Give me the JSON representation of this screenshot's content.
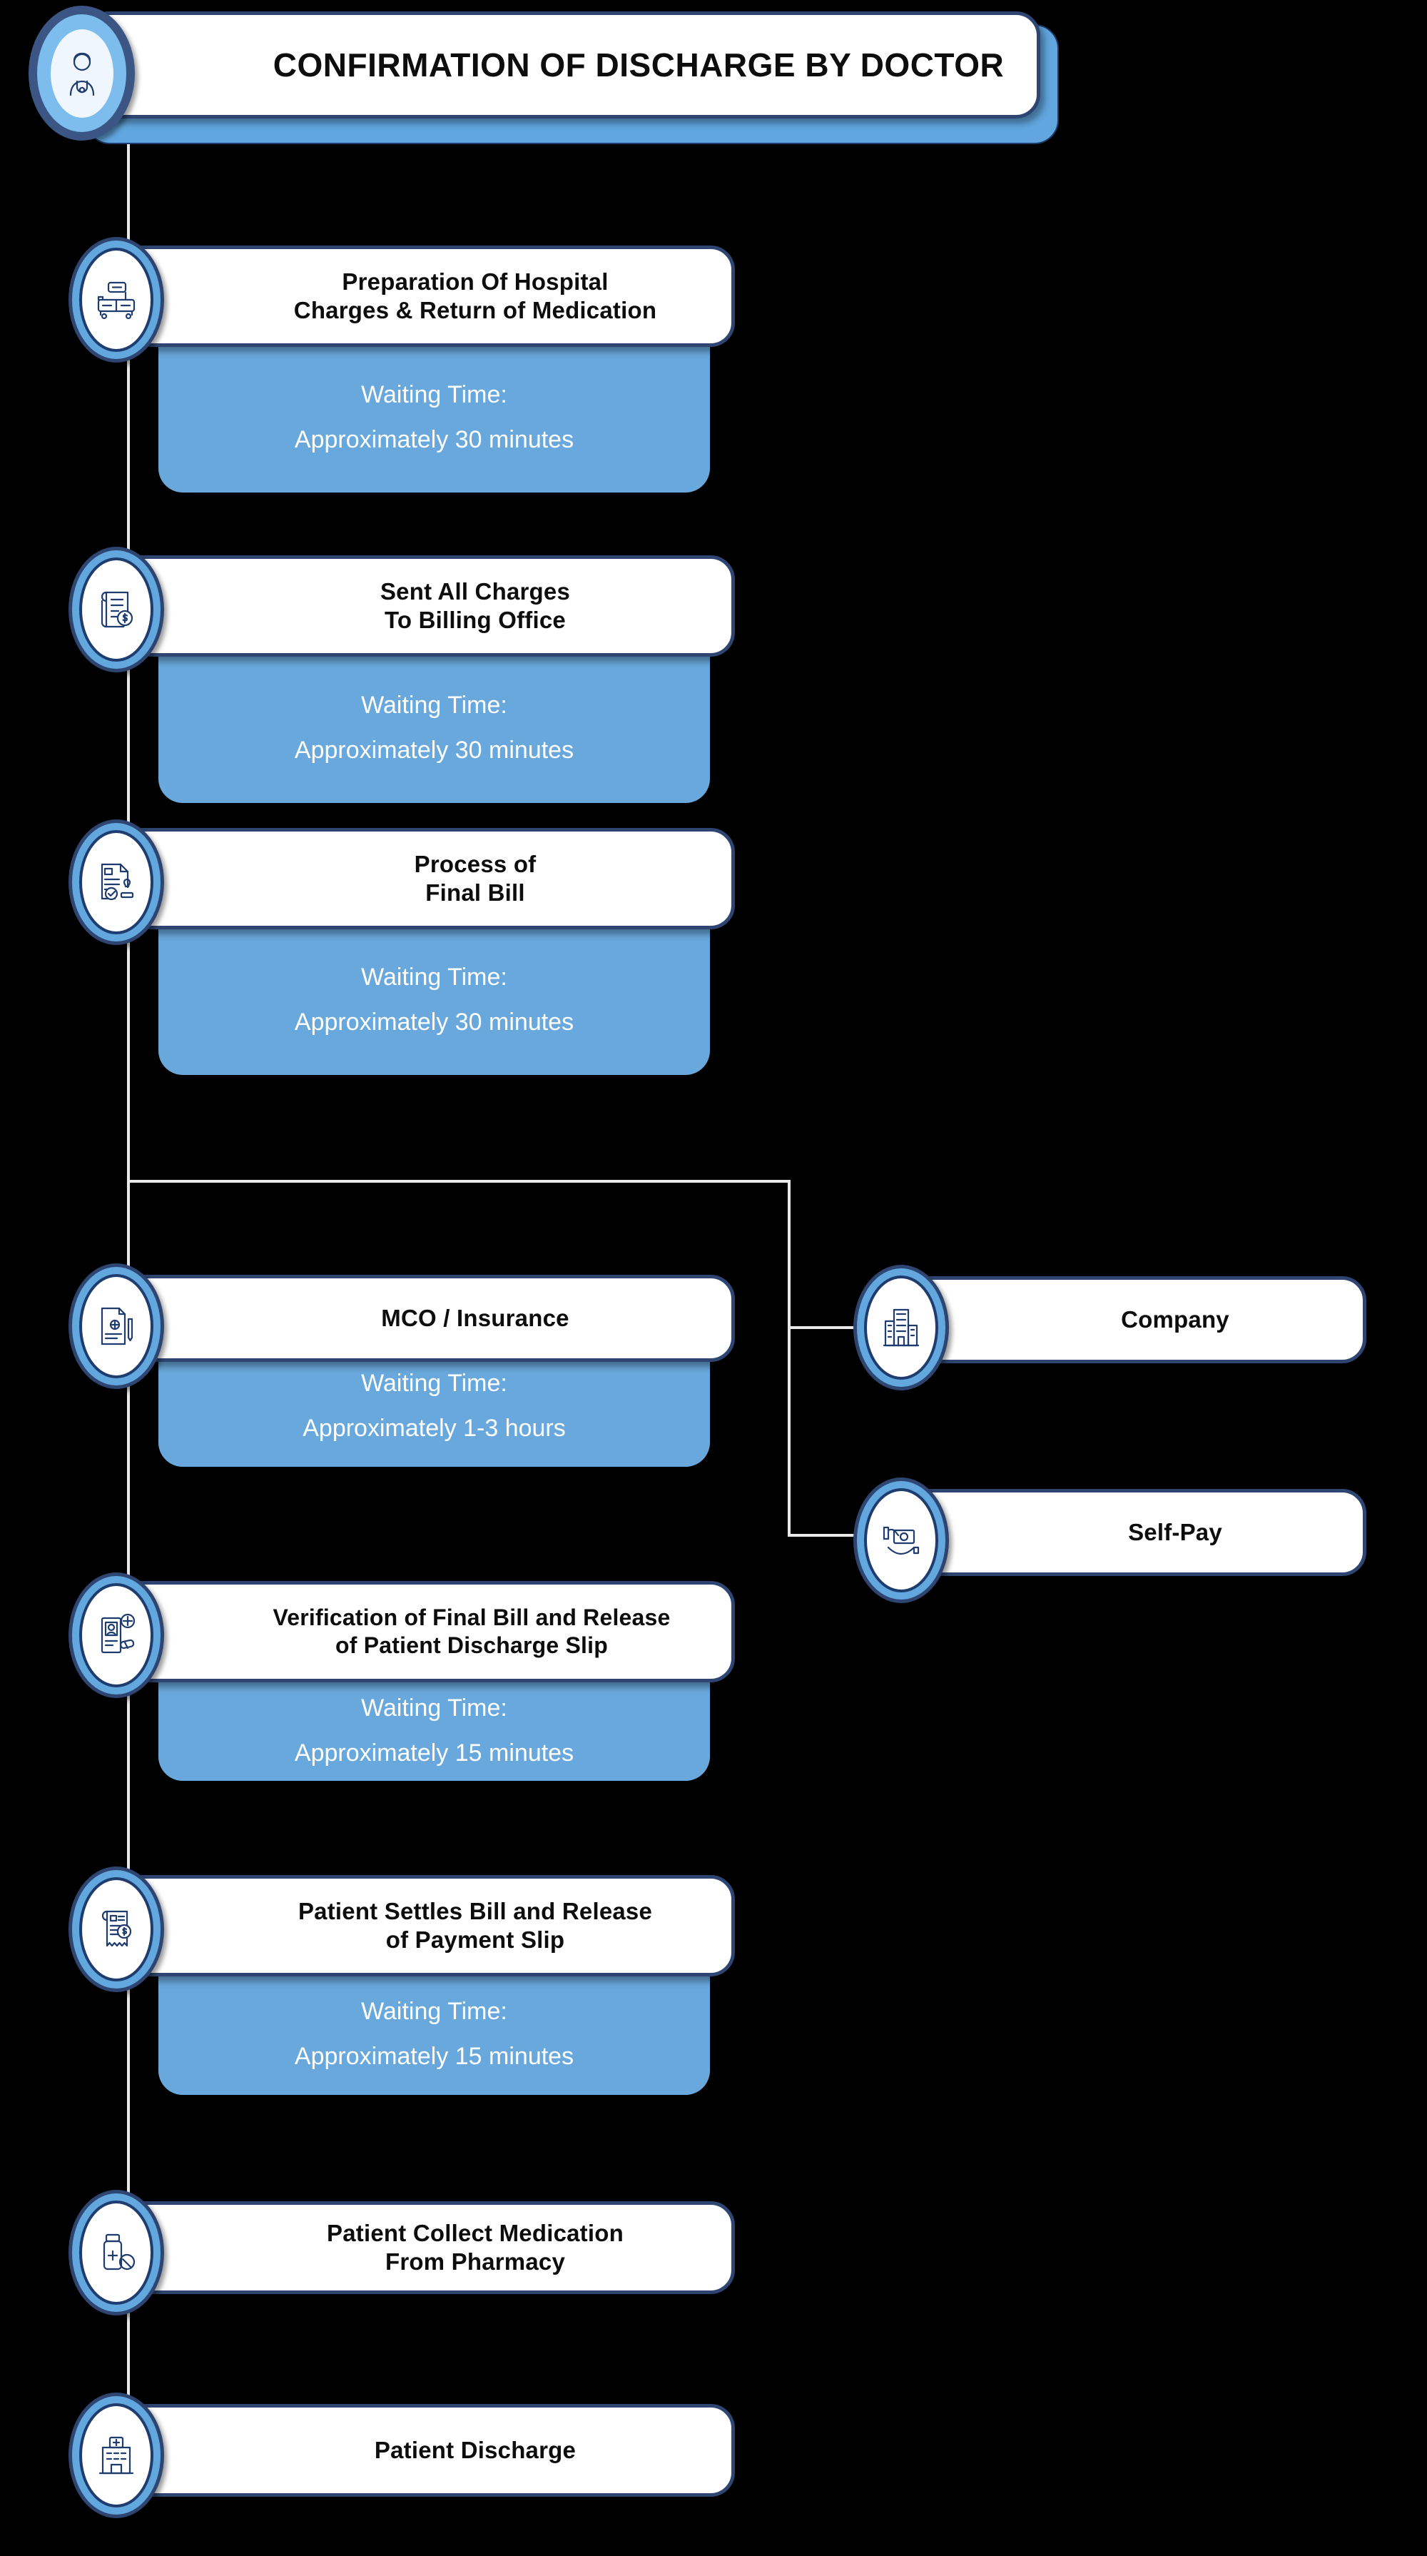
{
  "theme": {
    "background": "#000000",
    "card_bg": "#ffffff",
    "card_border": "#2e4572",
    "accent_blue": "#69a8dc",
    "badge_ring": "#62a7dd",
    "badge_inner_border": "#1f3c6e",
    "connector": "#e9e9e9",
    "title_color": "#0d0d0d",
    "wait_text_color": "#ffffff"
  },
  "header": {
    "title": "CONFIRMATION OF DISCHARGE BY DOCTOR",
    "icon": "doctor-icon"
  },
  "wait_label": "Waiting Time:",
  "steps": [
    {
      "id": "preparation-of-hospital-charges",
      "title_lines": [
        "Preparation Of Hospital",
        "Charges & Return of Medication"
      ],
      "icon": "hospital-bed-icon",
      "wait_label": "Waiting Time:",
      "wait_value": "Approximately 30 minutes"
    },
    {
      "id": "sent-all-charges-to-billing-office",
      "title_lines": [
        "Sent All Charges",
        "To Billing Office"
      ],
      "icon": "invoice-dollar-icon",
      "wait_label": "Waiting Time:",
      "wait_value": "Approximately 30 minutes"
    },
    {
      "id": "process-of-final-bill",
      "title_lines": [
        "Process of",
        "Final Bill"
      ],
      "icon": "document-stamp-icon",
      "wait_label": "Waiting Time:",
      "wait_value": "Approximately 30 minutes"
    },
    {
      "id": "mco-insurance",
      "title_lines": [
        "MCO / Insurance"
      ],
      "icon": "insurance-document-icon",
      "wait_label": "Waiting Time:",
      "wait_value": "Approximately 1-3 hours"
    },
    {
      "id": "verification-of-final-bill",
      "title_lines": [
        "Verification of Final Bill and Release",
        "of Patient Discharge Slip"
      ],
      "icon": "patient-record-icon",
      "wait_label": "Waiting Time:",
      "wait_value": "Approximately 15 minutes"
    },
    {
      "id": "patient-settles-bill",
      "title_lines": [
        "Patient Settles Bill and Release",
        "of Payment Slip"
      ],
      "icon": "receipt-dollar-icon",
      "wait_label": "Waiting Time:",
      "wait_value": "Approximately 15 minutes"
    },
    {
      "id": "patient-collect-medication",
      "title_lines": [
        "Patient Collect Medication",
        "From Pharmacy"
      ],
      "icon": "medicine-bottle-icon",
      "wait_label": null,
      "wait_value": null
    },
    {
      "id": "patient-discharge",
      "title_lines": [
        "Patient Discharge"
      ],
      "icon": "hospital-building-icon",
      "wait_label": null,
      "wait_value": null
    }
  ],
  "branches": [
    {
      "id": "company",
      "title_lines": [
        "Company"
      ],
      "icon": "office-building-icon"
    },
    {
      "id": "self-pay",
      "title_lines": [
        "Self-Pay"
      ],
      "icon": "cash-hand-icon"
    }
  ]
}
